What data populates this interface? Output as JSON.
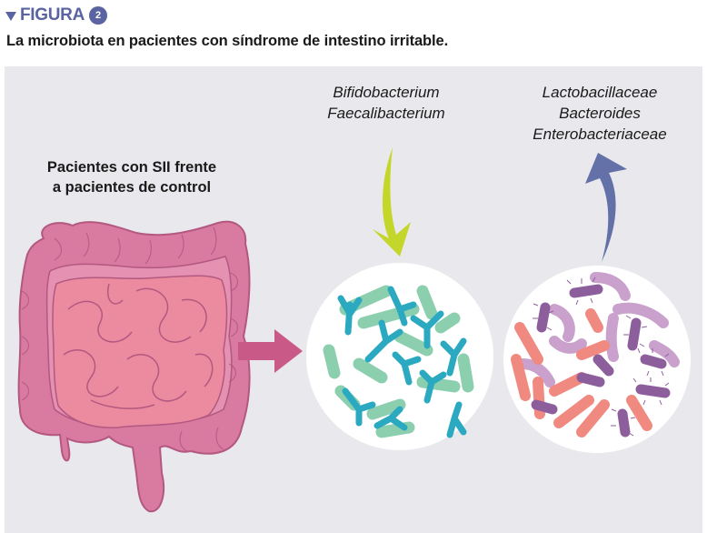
{
  "figure": {
    "label": "FIGURA",
    "number": "2",
    "caption": "La microbiota en pacientes con síndrome de intestino irritable.",
    "accent_color": "#5a64a0"
  },
  "diagram": {
    "comparison_label_line1": "Pacientes con SII frente",
    "comparison_label_line2": "a pacientes de control",
    "decreased_group": {
      "direction": "down",
      "arrow_color": "#c5d62a",
      "taxa": [
        "Bifidobacterium",
        "Faecalibacterium"
      ]
    },
    "increased_group": {
      "direction": "up",
      "arrow_color": "#6470a8",
      "taxa": [
        "Lactobacillaceae",
        "Bacteroides",
        "Enterobacteriaceae"
      ]
    },
    "colors": {
      "panel_bg": "#e9e8ec",
      "intestine": "#d97aa0",
      "small_intestine": "#ec8aa0",
      "flow_arrow": "#c95a87",
      "bifido_green": "#8ccfae",
      "bifido_teal": "#2aa9c0",
      "rod_salmon": "#f08a80",
      "rod_lilac": "#c9a1cc",
      "rod_purple": "#8c5f9c"
    }
  }
}
